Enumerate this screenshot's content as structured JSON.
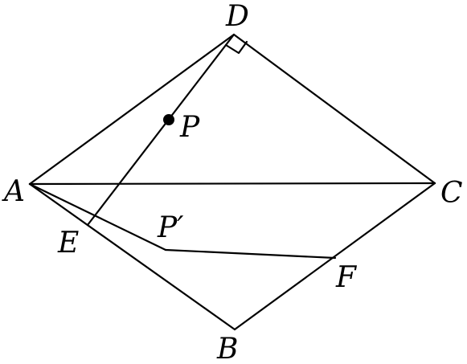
{
  "figure": {
    "points": {
      "A": "A",
      "B": "B",
      "C": "C",
      "D": "D",
      "E": "E",
      "F": "F",
      "P": "P",
      "P_prime": "P′"
    },
    "segments": [
      "AD",
      "DC",
      "AC",
      "AB",
      "BC",
      "DE",
      "AP′",
      "P′F"
    ],
    "marks": {
      "right_angle_at": "D",
      "dot_at": "P"
    },
    "colors": {
      "stroke": "#000000",
      "background": "#ffffff"
    }
  }
}
